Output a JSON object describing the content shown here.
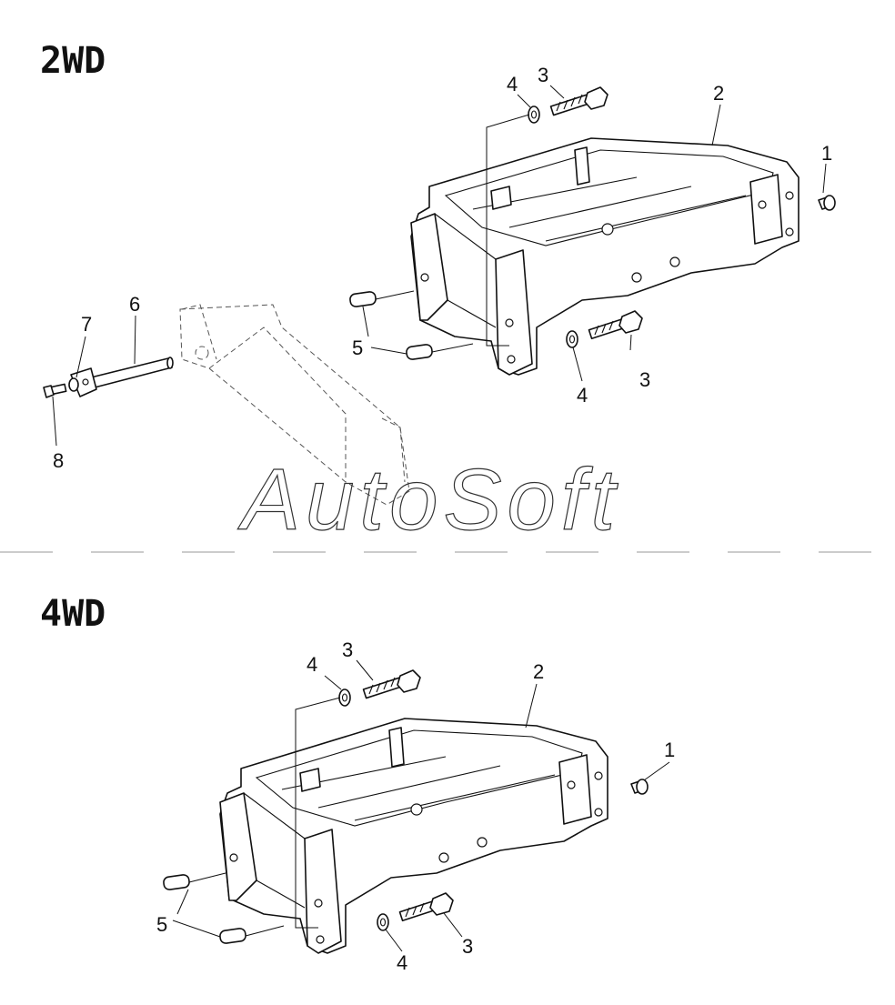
{
  "sections": [
    {
      "title": "2WD",
      "callouts": [
        "1",
        "2",
        "3",
        "3",
        "4",
        "4",
        "5",
        "5",
        "6",
        "7",
        "8"
      ]
    },
    {
      "title": "4WD",
      "callouts": [
        "1",
        "2",
        "3",
        "3",
        "4",
        "4",
        "5",
        "5"
      ]
    }
  ],
  "watermark": "AutoSoft",
  "colors": {
    "line": "#111111",
    "background": "#ffffff",
    "divider": "#999999"
  }
}
